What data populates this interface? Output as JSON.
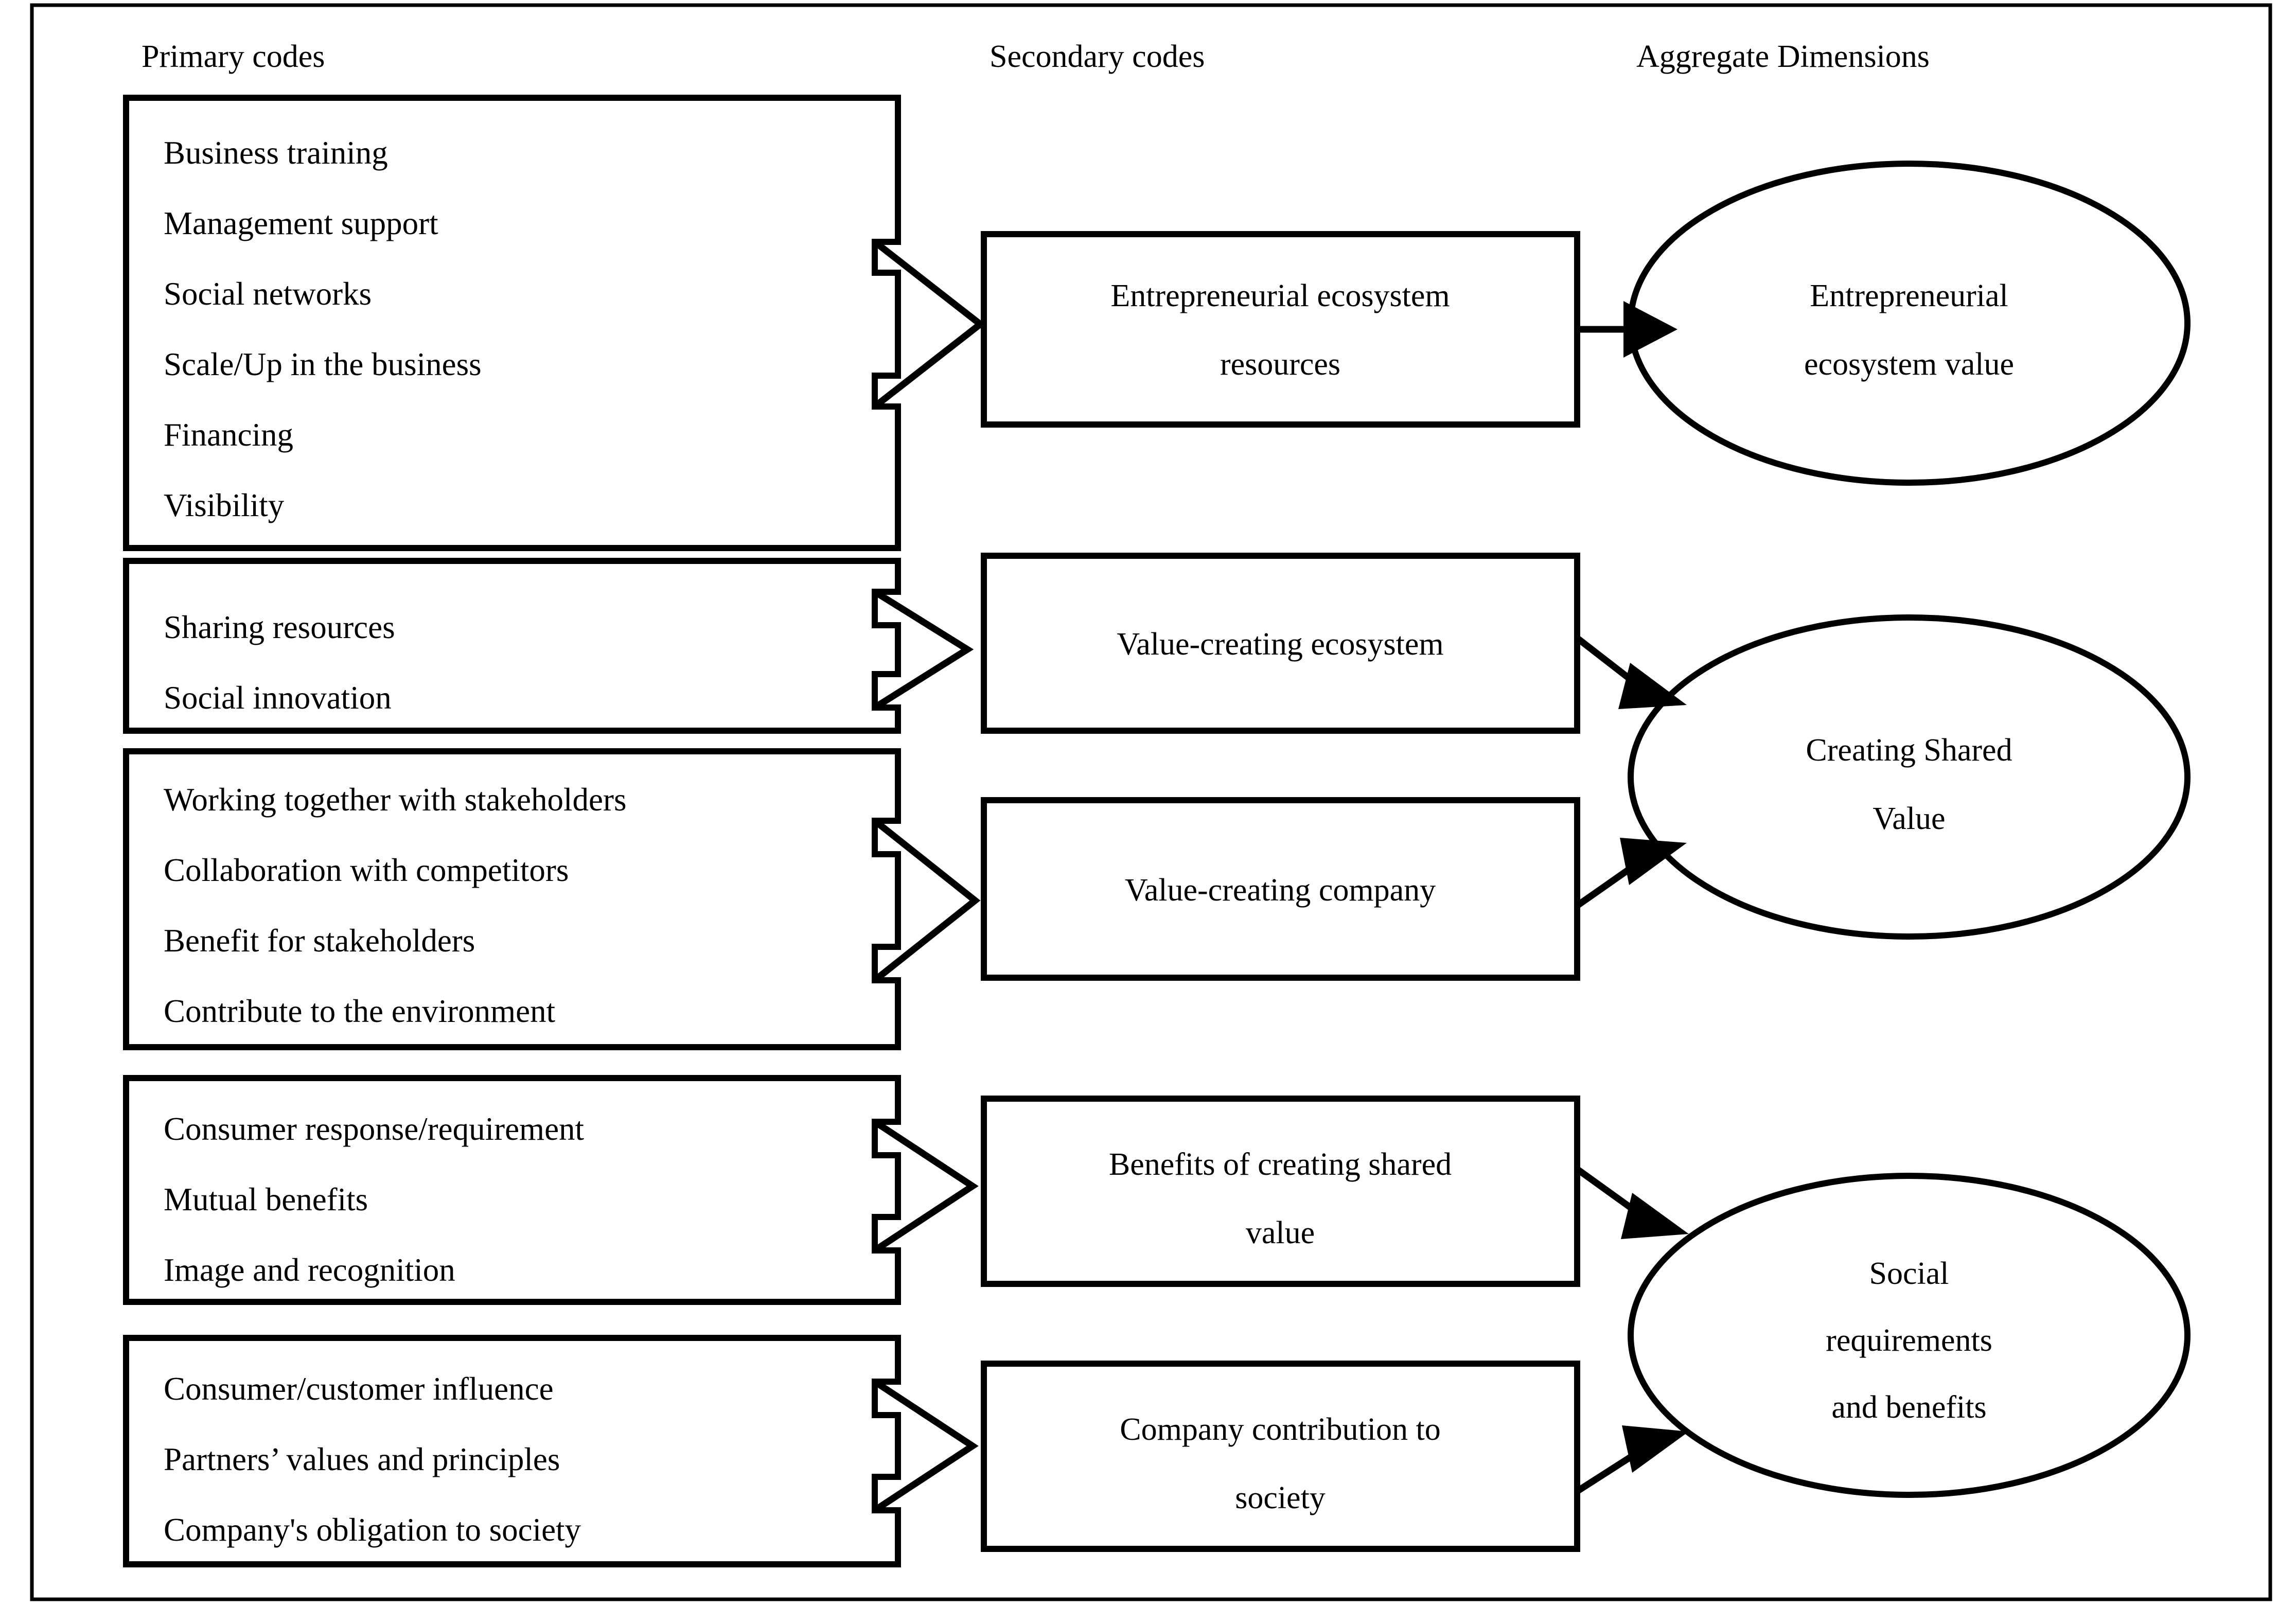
{
  "figure": {
    "kind": "qualitative-coding-structure-diagram",
    "border_color": "#000000",
    "background_color": "#ffffff"
  },
  "columns": {
    "primary_header": "Primary codes",
    "secondary_header": "Secondary codes",
    "aggregate_header": "Aggregate Dimensions"
  },
  "primary_groups": [
    {
      "id": "group-1",
      "items": [
        "Business training",
        "Management support",
        "Social networks",
        "Scale/Up in the business",
        "Financing",
        "Visibility"
      ]
    },
    {
      "id": "group-2",
      "items": [
        "Sharing resources",
        "Social innovation"
      ]
    },
    {
      "id": "group-3",
      "items": [
        "Working together with stakeholders",
        "Collaboration with competitors",
        "Benefit for stakeholders",
        "Contribute to the environment"
      ]
    },
    {
      "id": "group-4",
      "items": [
        "Consumer response/requirement",
        "Mutual benefits",
        "Image and recognition"
      ]
    },
    {
      "id": "group-5",
      "items": [
        "Consumer/customer influence",
        "Partners’ values and principles",
        "Company's obligation to society"
      ]
    }
  ],
  "secondary_codes": [
    {
      "id": "sec-1",
      "lines": [
        "Entrepreneurial ecosystem",
        "resources"
      ]
    },
    {
      "id": "sec-2",
      "lines": [
        "Value-creating ecosystem"
      ]
    },
    {
      "id": "sec-3",
      "lines": [
        "Value-creating company"
      ]
    },
    {
      "id": "sec-4",
      "lines": [
        "Benefits of creating shared",
        "value"
      ]
    },
    {
      "id": "sec-5",
      "lines": [
        "Company contribution to",
        "society"
      ]
    }
  ],
  "aggregate_dimensions": [
    {
      "id": "agg-1",
      "lines": [
        "Entrepreneurial",
        "ecosystem value"
      ]
    },
    {
      "id": "agg-2",
      "lines": [
        "Creating Shared",
        "Value"
      ]
    },
    {
      "id": "agg-3",
      "lines": [
        "Social",
        "requirements",
        "and benefits"
      ]
    }
  ],
  "connections": [
    {
      "from": "group-1",
      "to": "sec-1",
      "style": "chevron"
    },
    {
      "from": "group-2",
      "to": "sec-2",
      "style": "chevron"
    },
    {
      "from": "group-3",
      "to": "sec-3",
      "style": "chevron"
    },
    {
      "from": "group-4",
      "to": "sec-4",
      "style": "chevron"
    },
    {
      "from": "group-5",
      "to": "sec-5",
      "style": "chevron"
    },
    {
      "from": "sec-1",
      "to": "agg-1",
      "style": "arrow"
    },
    {
      "from": "sec-2",
      "to": "agg-2",
      "style": "arrow"
    },
    {
      "from": "sec-3",
      "to": "agg-2",
      "style": "arrow"
    },
    {
      "from": "sec-4",
      "to": "agg-3",
      "style": "arrow"
    },
    {
      "from": "sec-5",
      "to": "agg-3",
      "style": "arrow"
    }
  ]
}
